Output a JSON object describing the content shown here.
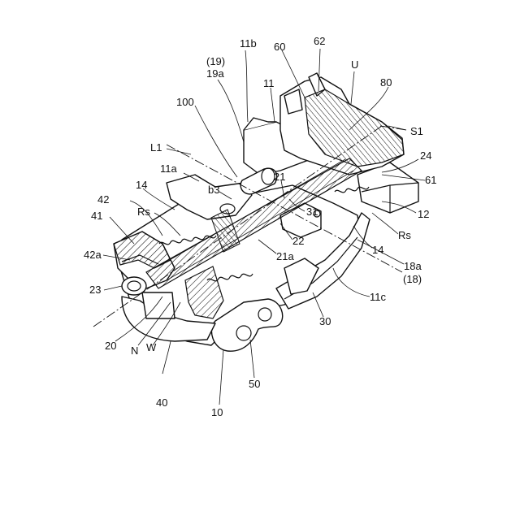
{
  "figure": {
    "labels": {
      "l_19": "(19)",
      "l_19a": "19a",
      "l_11b": "11b",
      "l_60": "60",
      "l_62": "62",
      "l_U": "U",
      "l_80": "80",
      "l_11": "11",
      "l_100": "100",
      "l_S1": "S1",
      "l_L1": "L1",
      "l_24": "24",
      "l_11a": "11a",
      "l_b3": "b3",
      "l_21": "21",
      "l_61": "61",
      "l_42": "42",
      "l_14a": "14",
      "l_12": "12",
      "l_41": "41",
      "l_Rs_left": "Rs",
      "l_31": "31",
      "l_Rs_right": "Rs",
      "l_22": "22",
      "l_14b": "14",
      "l_42a": "42a",
      "l_21a": "21a",
      "l_18a": "18a",
      "l_18": "(18)",
      "l_23": "23",
      "l_11c": "11c",
      "l_30": "30",
      "l_20": "20",
      "l_N": "N",
      "l_W": "W",
      "l_40": "40",
      "l_50": "50",
      "l_10": "10"
    }
  }
}
